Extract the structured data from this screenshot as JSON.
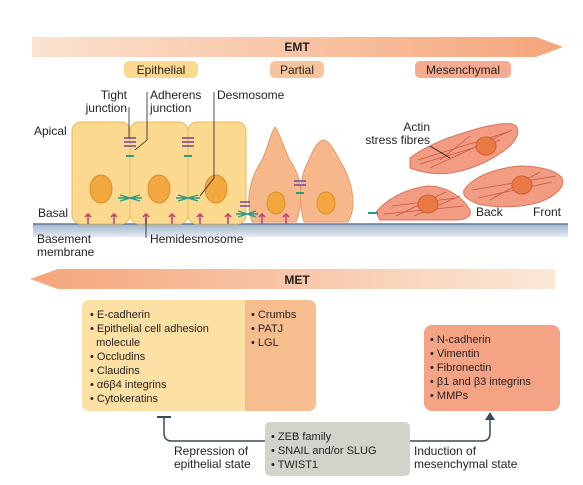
{
  "emt_arrow": {
    "label": "EMT"
  },
  "met_arrow": {
    "label": "MET"
  },
  "stages": {
    "epithelial": "Epithelial",
    "partial": "Partial",
    "mesenchymal": "Mesenchymal"
  },
  "cell_labels": {
    "tight_junction": [
      "Tight",
      "junction"
    ],
    "adherens_junction": [
      "Adherens",
      "junction"
    ],
    "desmosome": "Desmosome",
    "apical": "Apical",
    "basal": "Basal",
    "basement_membrane": [
      "Basement",
      "membrane"
    ],
    "hemidesmosome": "Hemidesmosome",
    "actin_stress_fibres": [
      "Actin",
      "stress fibres"
    ],
    "back": "Back",
    "front": "Front"
  },
  "epithelial_markers": [
    "• E-cadherin",
    "• Epithelial cell adhesion",
    "  molecule",
    "• Occludins",
    "• Claudins",
    "• α6β4 integrins",
    "• Cytokeratins"
  ],
  "polarity_markers": [
    "• Crumbs",
    "• PATJ",
    "• LGL"
  ],
  "mesenchymal_markers": [
    "• N-cadherin",
    "• Vimentin",
    "• Fibronectin",
    "• β1 and β3 integrins",
    "• MMPs"
  ],
  "transcription_factors": [
    "• ZEB family",
    "• SNAIL and/or SLUG",
    "• TWIST1"
  ],
  "repression_label": [
    "Repression of",
    "epithelial state"
  ],
  "induction_label": [
    "Induction of",
    "mesenchymal state"
  ],
  "colors": {
    "arrow": "#f5a97f",
    "epithelial_cell": "#fbd98e",
    "partial_cell": "#f6b88a",
    "mesenchymal_cell": "#f29c84",
    "nucleus": "#f2a83e",
    "membrane": "#a9bdd3",
    "box_epithelial": "#fde0a4",
    "box_polarity": "#f6be8e",
    "box_mesenchymal": "#f4a385",
    "box_tf": "#d3d3cc"
  }
}
